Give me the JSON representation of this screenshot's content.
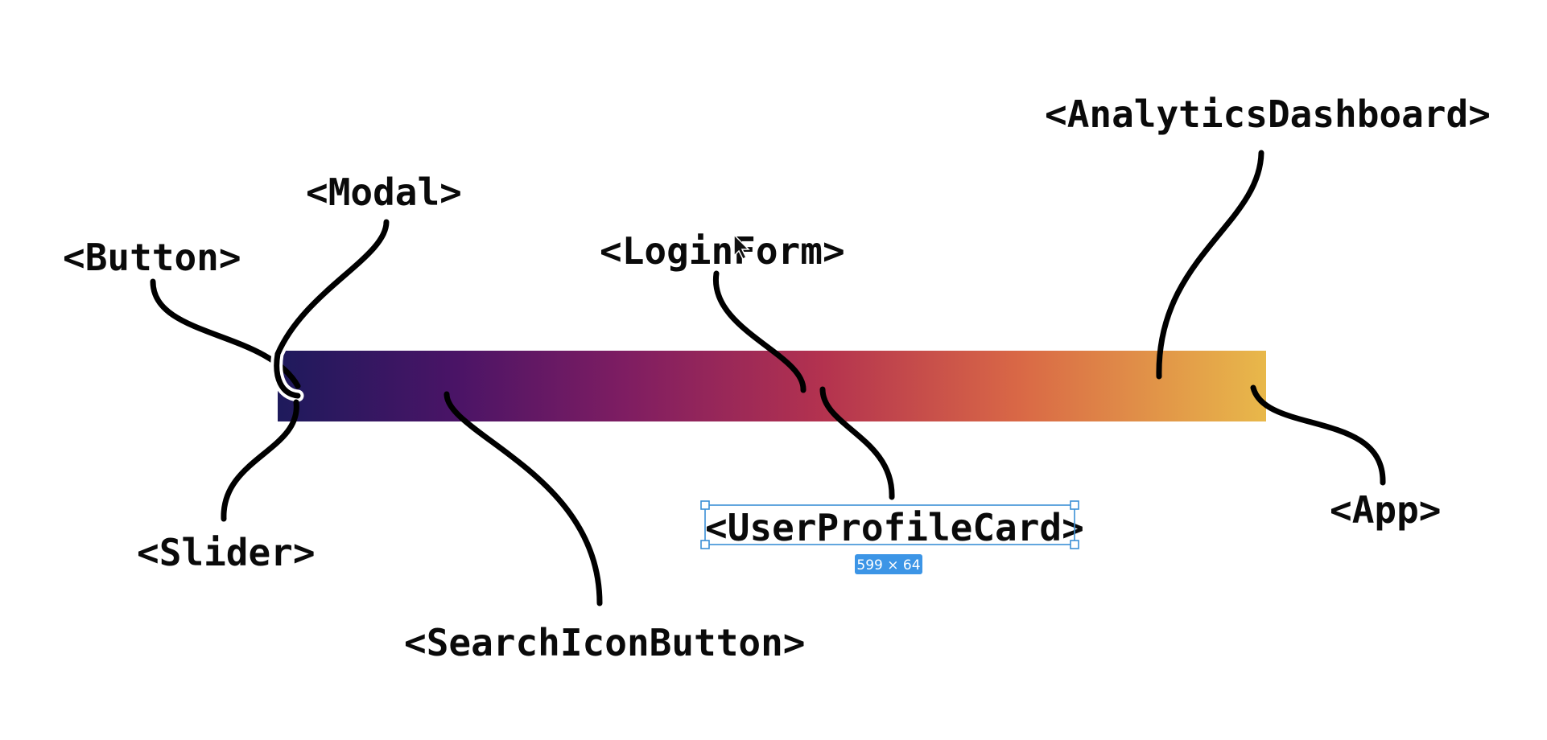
{
  "labels": {
    "button": "<Button>",
    "modal": "<Modal>",
    "login_form": "<LoginForm>",
    "analytics_dashboard": "<AnalyticsDashboard>",
    "slider": "<Slider>",
    "search_icon_button": "<SearchIconButton>",
    "user_profile_card": "<UserProfileCard>",
    "app": "<App>"
  },
  "selection": {
    "dimensions": "599 × 64",
    "color": "#3b8fd6"
  },
  "gradient": {
    "start_color": "#1e1a5c",
    "mid_color": "#b3324f",
    "end_color": "#e8b84a"
  }
}
